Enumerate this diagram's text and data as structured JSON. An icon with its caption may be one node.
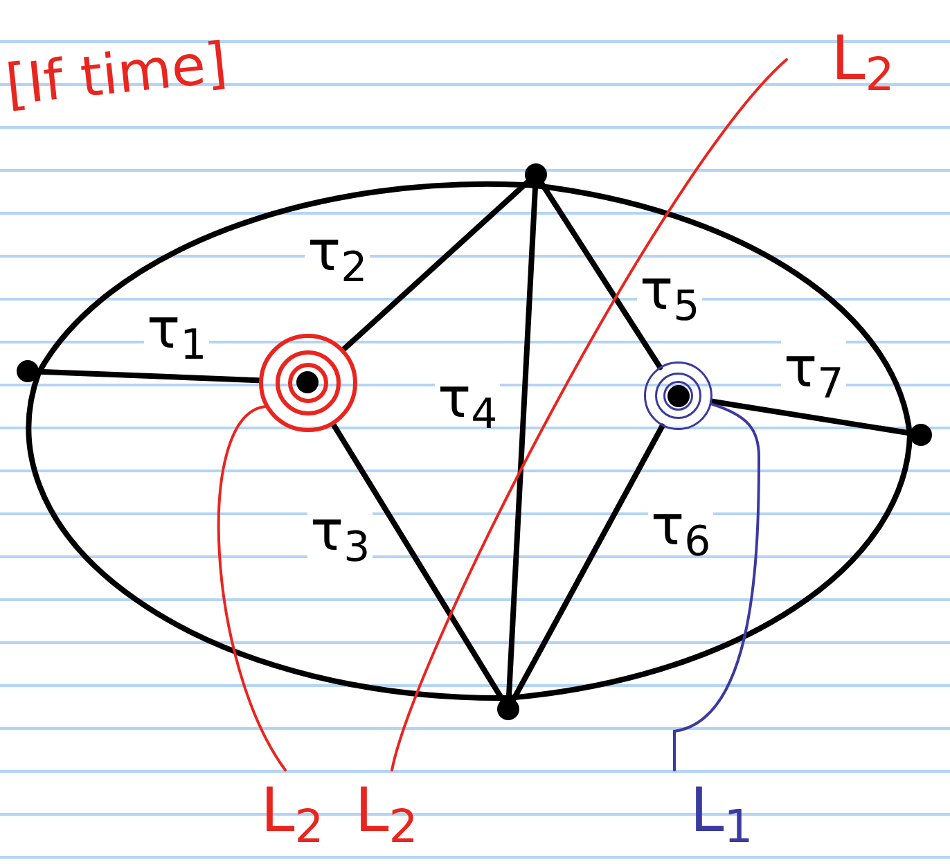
{
  "diagram": {
    "nodes": [
      {
        "text": [],
        "shape": "circle"
      },
      {
        "text": [],
        "shape": "circle"
      },
      {
        "text": [],
        "shape": "circle"
      },
      {
        "text": [],
        "shape": "circle"
      },
      {
        "text": [],
        "shape": "circle"
      },
      {
        "text": [],
        "shape": "circle"
      },
      {
        "text": [
          "L$_{2}$"
        ]
      },
      {
        "text": [
          "L$_{2}$"
        ]
      },
      {
        "text": [
          "L$_{2}$"
        ]
      },
      {
        "text": [
          "L$_{1}$"
        ]
      }
    ],
    "edges": [
      {
        "from": 0,
        "to": 1,
        "arrow": "none",
        "label": "τ$_{1}$"
      },
      {
        "from": 1,
        "to": 2,
        "arrow": "none",
        "label": "τ$_{2}$"
      },
      {
        "from": 1,
        "to": 5,
        "arrow": "none",
        "label": "τ$_{3}$"
      },
      {
        "from": 2,
        "to": 5,
        "arrow": "none",
        "label": "τ$_{4}$"
      },
      {
        "from": 2,
        "to": 3,
        "arrow": "none",
        "label": "τ$_{5}$"
      },
      {
        "from": 3,
        "to": 5,
        "arrow": "none",
        "label": "τ$_{6}$"
      },
      {
        "from": 3,
        "to": 4,
        "arrow": "none",
        "label": "τ$_{7}$"
      },
      {
        "from": 0,
        "to": 2,
        "arrow": "none"
      },
      {
        "from": 2,
        "to": 4,
        "arrow": "none"
      },
      {
        "from": 4,
        "to": 5,
        "arrow": "none"
      },
      {
        "from": 5,
        "to": 0,
        "arrow": "none"
      },
      {
        "from": 7,
        "to": 1,
        "arrow": "none",
        "color": "#e8261f"
      },
      {
        "from": 8,
        "to": 6,
        "arrow": "none",
        "color": "#e8261f"
      },
      {
        "from": 9,
        "to": 3,
        "arrow": "none",
        "color": "#3a3aa0"
      }
    ],
    "labels": [
      "[If time]"
    ]
  }
}
